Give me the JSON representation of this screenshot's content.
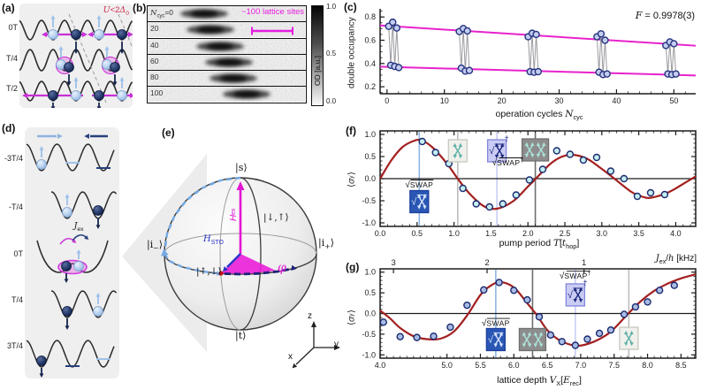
{
  "panels": {
    "a": {
      "label": "(a)",
      "rows": [
        "0T",
        "T/4",
        "T/2"
      ],
      "annotation": "*U*<2*Δ*_{0}",
      "annotation_color": "#cf2b4b"
    },
    "b": {
      "label": "(b)",
      "rows": [
        {
          "label": "*N*_{cyc}=0",
          "cx": 64
        },
        {
          "label": "20",
          "cx": 71
        },
        {
          "label": "40",
          "cx": 82
        },
        {
          "label": "60",
          "cx": 92
        },
        {
          "label": "80",
          "cx": 97
        },
        {
          "label": "100",
          "cx": 112
        }
      ],
      "scale_label": "~100 lattice sites",
      "scale_color": "#e61ee0",
      "colorbar": {
        "title": "OD [a.u.]",
        "ticks": [
          "1.0",
          "0.5",
          "0.0"
        ]
      }
    },
    "d": {
      "label": "(d)",
      "rows": [
        "-3T/4",
        "-T/4",
        "0T",
        "T/4",
        "3T/4"
      ],
      "exchange_label": "*J*_{ex}"
    },
    "e": {
      "label": "(e)",
      "states": {
        "s": "|s⟩",
        "t": "|t⟩",
        "im": "|i_{−}⟩",
        "ip": "|i_{+}⟩",
        "du": "|↓,↑⟩",
        "ud": "|↑,↓⟩"
      },
      "vectors": {
        "hex": "*H*_{ex}",
        "hsto": "*H*_{STO}",
        "phi": "φ"
      },
      "axes": {
        "z": "z",
        "y": "y",
        "x": "x"
      },
      "colors": {
        "hex": "#e316d4",
        "hsto": "#2a35c8",
        "trajectory": "#74a9e4",
        "equator_arrow": "#1b2178"
      }
    }
  },
  "chart_data": [
    {
      "type": "scatter",
      "panel_label": "(c)",
      "name": "double-occupancy-vs-operation-cycles",
      "xlabel": "operation cycles *N*_{cyc}",
      "ylabel": "double occupancy",
      "note": "*F* = 0.9978(3)",
      "xlim": [
        -1.2,
        53.8
      ],
      "ylim": [
        0.14,
        0.87
      ],
      "xticks": [
        [
          0,
          "0"
        ],
        [
          10,
          "10"
        ],
        [
          20,
          "20"
        ],
        [
          30,
          "30"
        ],
        [
          40,
          "40"
        ],
        [
          50,
          "50"
        ]
      ],
      "yticks": [
        [
          0.2,
          "0.2"
        ],
        [
          0.4,
          "0.4"
        ],
        [
          0.6,
          "0.6"
        ],
        [
          0.8,
          "0.8"
        ]
      ],
      "xminor": 2,
      "yminor": 0.05,
      "frame": "L",
      "envelope_color": "#e822cc",
      "envelopes": [
        {
          "color": "#e822cc",
          "points": [
            [
              -1.2,
              0.727
            ],
            [
              53.8,
              0.553
            ]
          ]
        },
        {
          "color": "#e822cc",
          "points": [
            [
              -1.2,
              0.373
            ],
            [
              53.8,
              0.297
            ]
          ]
        }
      ],
      "marker": {
        "fill": "#c3cdf0",
        "stroke": "#26337f"
      },
      "connect_color": "#9a9aa0",
      "clusters": [
        [
          [
            0.3,
            0.72
          ],
          [
            0.65,
            0.385
          ],
          [
            1.0,
            0.755
          ],
          [
            1.35,
            0.375
          ],
          [
            1.7,
            0.705
          ],
          [
            2.05,
            0.365
          ]
        ],
        [
          [
            12.6,
            0.675
          ],
          [
            12.95,
            0.36
          ],
          [
            13.3,
            0.7
          ],
          [
            13.65,
            0.335
          ],
          [
            14.0,
            0.68
          ],
          [
            14.35,
            0.34
          ]
        ],
        [
          [
            24.6,
            0.63
          ],
          [
            24.95,
            0.33
          ],
          [
            25.3,
            0.66
          ],
          [
            25.65,
            0.325
          ],
          [
            26.0,
            0.65
          ],
          [
            26.35,
            0.33
          ]
        ],
        [
          [
            36.6,
            0.63
          ],
          [
            36.95,
            0.325
          ],
          [
            37.3,
            0.655
          ],
          [
            37.65,
            0.305
          ],
          [
            38.0,
            0.6
          ],
          [
            38.35,
            0.31
          ]
        ],
        [
          [
            48.6,
            0.555
          ],
          [
            48.95,
            0.31
          ],
          [
            49.3,
            0.585
          ],
          [
            49.65,
            0.305
          ],
          [
            50.0,
            0.57
          ],
          [
            50.35,
            0.31
          ]
        ]
      ]
    },
    {
      "type": "scatter",
      "panel_label": "(f)",
      "name": "sigma-y-vs-pump-period",
      "xlabel": "pump period *T*[*t*_{hop}]",
      "ylabel": "⟨*σ*_{y}⟩",
      "xlim": [
        0,
        4.27
      ],
      "ylim": [
        -1.08,
        1.08
      ],
      "xticks": [
        [
          0,
          "0.0"
        ],
        [
          0.5,
          "0.5"
        ],
        [
          1,
          "1.0"
        ],
        [
          1.5,
          "1.5"
        ],
        [
          2,
          "2.0"
        ],
        [
          2.5,
          "2.5"
        ],
        [
          3,
          "3.0"
        ],
        [
          3.5,
          "3.5"
        ],
        [
          4,
          "4.0"
        ]
      ],
      "yticks": [
        [
          -1,
          "-1.0"
        ],
        [
          -0.5,
          "-0.5"
        ],
        [
          0,
          "0.0"
        ],
        [
          0.5,
          "0.5"
        ],
        [
          1,
          "1.0"
        ]
      ],
      "xminor": 0.1,
      "yminor": 0.1,
      "frame": "box",
      "zeroline": true,
      "vlines": [
        {
          "x": 0.53,
          "color": "#8fb6e4"
        },
        {
          "x": 1.05,
          "color": "#bdbdbd"
        },
        {
          "x": 1.58,
          "color": "#c9cdf4"
        },
        {
          "x": 2.1,
          "color": "#6e6e6e"
        }
      ],
      "curve": {
        "color": "#a32020",
        "points": [
          [
            0,
            0
          ],
          [
            0.15,
            0.41
          ],
          [
            0.3,
            0.71
          ],
          [
            0.45,
            0.85
          ],
          [
            0.55,
            0.87
          ],
          [
            0.7,
            0.72
          ],
          [
            0.9,
            0.35
          ],
          [
            1.05,
            0
          ],
          [
            1.2,
            -0.32
          ],
          [
            1.4,
            -0.62
          ],
          [
            1.58,
            -0.68
          ],
          [
            1.8,
            -0.51
          ],
          [
            2.0,
            -0.18
          ],
          [
            2.12,
            0.02
          ],
          [
            2.3,
            0.33
          ],
          [
            2.45,
            0.49
          ],
          [
            2.6,
            0.54
          ],
          [
            2.8,
            0.45
          ],
          [
            3.0,
            0.22
          ],
          [
            3.17,
            0
          ],
          [
            3.4,
            -0.3
          ],
          [
            3.55,
            -0.41
          ],
          [
            3.67,
            -0.43
          ],
          [
            3.9,
            -0.31
          ],
          [
            4.1,
            -0.12
          ],
          [
            4.27,
            0.05
          ]
        ]
      },
      "marker": {
        "fill": "#c4eef0",
        "stroke": "#1b2a6e"
      },
      "err": 0.06,
      "points": [
        [
          0.57,
          0.84
        ],
        [
          0.75,
          0.59
        ],
        [
          0.93,
          0.34
        ],
        [
          1.12,
          -0.22
        ],
        [
          1.3,
          -0.57
        ],
        [
          1.48,
          -0.64
        ],
        [
          1.66,
          -0.57
        ],
        [
          1.84,
          -0.37
        ],
        [
          2.02,
          -0.03
        ],
        [
          2.2,
          0.21
        ],
        [
          2.39,
          0.63
        ],
        [
          2.57,
          0.55
        ],
        [
          2.75,
          0.42
        ],
        [
          2.93,
          0.48
        ],
        [
          3.12,
          0.17
        ],
        [
          3.3,
          0.0
        ],
        [
          3.48,
          -0.4
        ],
        [
          3.66,
          -0.32
        ],
        [
          3.85,
          -0.36
        ]
      ],
      "boxes": [
        {
          "x": 0.53,
          "y": -0.52,
          "style": "blue",
          "icons": 1,
          "sqrt": true
        },
        {
          "x": 1.05,
          "y": 0.63,
          "style": "lightgray",
          "icons": 1
        },
        {
          "x": 1.58,
          "y": 0.63,
          "style": "lavender",
          "icons": 1,
          "sqrt": true,
          "dagger": true
        },
        {
          "x": 2.1,
          "y": 0.65,
          "style": "darkgray",
          "icons": 2
        }
      ],
      "texts": [
        {
          "x": 0.53,
          "y": -0.2,
          "t": "√SWAP"
        },
        {
          "x": 1.73,
          "y": 0.3,
          "t": "√SWAP†"
        }
      ]
    },
    {
      "type": "scatter",
      "panel_label": "(g)",
      "name": "sigma-y-vs-lattice-depth",
      "xlabel": "lattice depth *V*_{X}[*E*_{rec}]",
      "ylabel": "⟨*σ*_{y}⟩",
      "top_axis": {
        "title": "*J*_{ex}/*h* [kHz]",
        "ticks": [
          {
            "v": 4.2,
            "label": "3"
          },
          {
            "v": 5.6,
            "label": "2"
          },
          {
            "v": 7.05,
            "label": "1"
          }
        ]
      },
      "xlim": [
        4.0,
        8.72
      ],
      "ylim": [
        -1.08,
        1.08
      ],
      "xticks": [
        [
          4,
          "4.0"
        ],
        [
          5,
          "5.0"
        ],
        [
          5.5,
          "5.5"
        ],
        [
          6,
          "6.0"
        ],
        [
          6.5,
          "6.5"
        ],
        [
          7,
          "7.0"
        ],
        [
          7.5,
          "7.5"
        ],
        [
          8,
          "8.0"
        ],
        [
          8.5,
          "8.5"
        ]
      ],
      "yticks": [
        [
          -1,
          "-1.0"
        ],
        [
          -0.5,
          "-0.5"
        ],
        [
          0,
          "0.0"
        ],
        [
          0.5,
          "0.5"
        ],
        [
          1,
          "1.0"
        ]
      ],
      "xminor": 0.1,
      "yminor": 0.1,
      "frame": "box",
      "zeroline": true,
      "vlines": [
        {
          "x": 5.73,
          "color": "#8fb6e4"
        },
        {
          "x": 6.28,
          "color": "#6e6e6e"
        },
        {
          "x": 6.92,
          "color": "#c9cdf4"
        },
        {
          "x": 7.72,
          "color": "#bdbdbd"
        }
      ],
      "curve": {
        "color": "#a32020",
        "points": [
          [
            4.0,
            0.07
          ],
          [
            4.15,
            -0.12
          ],
          [
            4.3,
            -0.35
          ],
          [
            4.5,
            -0.55
          ],
          [
            4.7,
            -0.62
          ],
          [
            4.9,
            -0.61
          ],
          [
            5.1,
            -0.44
          ],
          [
            5.3,
            -0.05
          ],
          [
            5.5,
            0.45
          ],
          [
            5.65,
            0.67
          ],
          [
            5.8,
            0.76
          ],
          [
            6.0,
            0.63
          ],
          [
            6.2,
            0.25
          ],
          [
            6.35,
            -0.05
          ],
          [
            6.5,
            -0.4
          ],
          [
            6.7,
            -0.66
          ],
          [
            6.95,
            -0.78
          ],
          [
            7.2,
            -0.68
          ],
          [
            7.45,
            -0.44
          ],
          [
            7.7,
            -0.02
          ],
          [
            7.9,
            0.3
          ],
          [
            8.1,
            0.55
          ],
          [
            8.3,
            0.72
          ],
          [
            8.5,
            0.85
          ],
          [
            8.72,
            0.95
          ]
        ]
      },
      "marker": {
        "fill": "#a9bce4",
        "stroke": "#1b2a6e"
      },
      "err": 0.06,
      "points": [
        [
          4.05,
          -0.21
        ],
        [
          4.3,
          -0.56
        ],
        [
          4.55,
          -0.58
        ],
        [
          4.8,
          -0.55
        ],
        [
          5.05,
          -0.33
        ],
        [
          5.3,
          0.2
        ],
        [
          5.55,
          0.57
        ],
        [
          5.78,
          0.75
        ],
        [
          6.0,
          0.56
        ],
        [
          6.2,
          0.33
        ],
        [
          6.38,
          -0.08
        ],
        [
          6.55,
          -0.52
        ],
        [
          6.72,
          -0.68
        ],
        [
          6.92,
          -0.77
        ],
        [
          7.1,
          -0.62
        ],
        [
          7.28,
          -0.48
        ],
        [
          7.45,
          -0.4
        ],
        [
          7.65,
          -0.02
        ],
        [
          7.82,
          0.16
        ],
        [
          8.0,
          0.28
        ],
        [
          8.18,
          0.56
        ],
        [
          8.4,
          0.68
        ]
      ],
      "boxes": [
        {
          "x": 5.73,
          "y": -0.63,
          "style": "blue",
          "icons": 1,
          "sqrt": true
        },
        {
          "x": 6.28,
          "y": -0.63,
          "style": "darkgray",
          "icons": 2
        },
        {
          "x": 6.92,
          "y": 0.45,
          "style": "lavender",
          "icons": 1,
          "sqrt": true,
          "dagger": true
        },
        {
          "x": 7.72,
          "y": -0.6,
          "style": "lightgray",
          "icons": 1
        }
      ],
      "texts": [
        {
          "x": 5.73,
          "y": -0.3,
          "t": "√SWAP"
        },
        {
          "x": 6.92,
          "y": 0.84,
          "t": "√SWAP†"
        }
      ]
    }
  ]
}
